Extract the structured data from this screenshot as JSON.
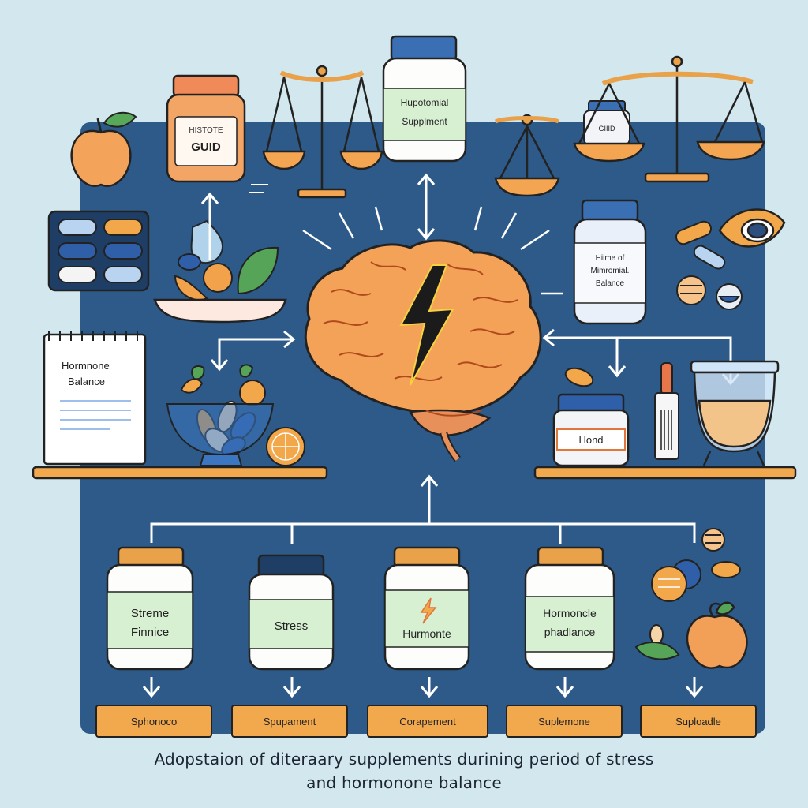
{
  "labels": {
    "guide_jar_line1": "HISTOTE",
    "guide_jar_line2": "GUID",
    "top_supplement_line1": "Hupotomial",
    "top_supplement_line2": "Supplment",
    "small_jar": "GIIID",
    "right_bottle_line1": "Hiime of",
    "right_bottle_line2": "Mimromial.",
    "right_bottle_line3": "Balance",
    "notepad_line1": "Hormnone",
    "notepad_line2": "Balance",
    "hond_jar": "Hond"
  },
  "bottles": [
    {
      "line1": "Streme",
      "line2": "Finnice"
    },
    {
      "line1": "Stress",
      "line2": ""
    },
    {
      "line1": "Hurmonte",
      "line2": ""
    },
    {
      "line1": "Hormoncle",
      "line2": "phadlance"
    }
  ],
  "tags": [
    "Sphonoco",
    "Spupament",
    "Corapement",
    "Suplemone",
    "Suploadle"
  ],
  "caption": {
    "line1": "Adopstaion of diteraary supplements durining period of stress",
    "line2": "and hormonone balance"
  },
  "colors": {
    "panel": "#2d5a88",
    "background": "#d2e8ee",
    "brain": "#f2a25a",
    "accent_orange": "#f2a54a",
    "label_green": "#d8f0d2",
    "label_blue": "#e6eef8"
  }
}
